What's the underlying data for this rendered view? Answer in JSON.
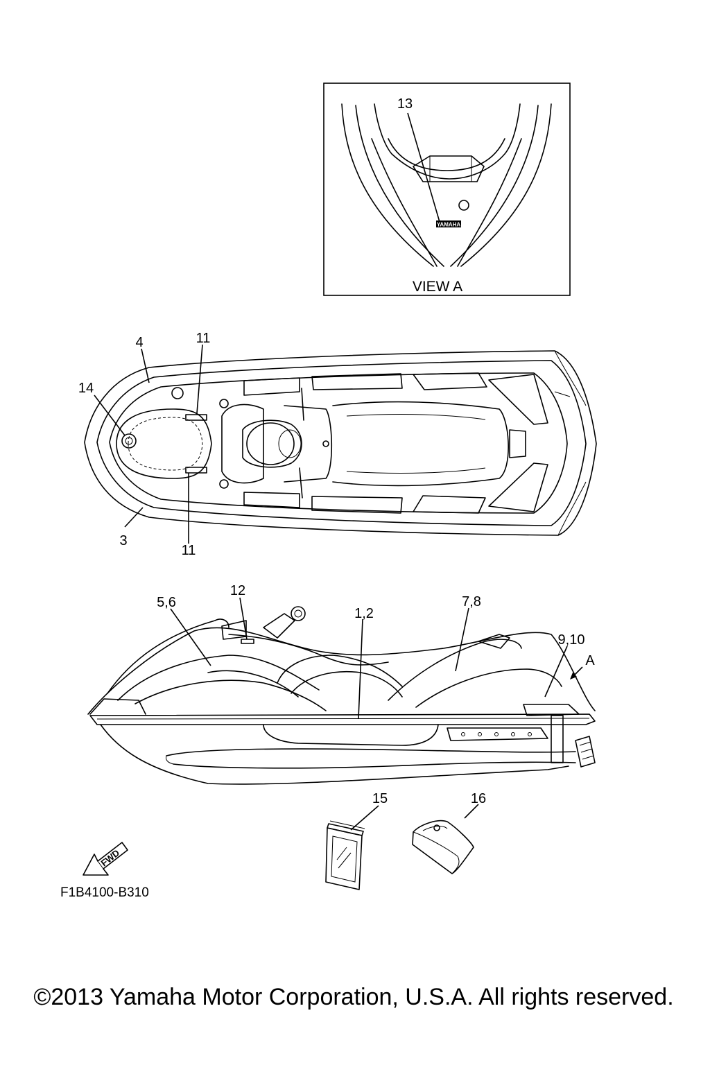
{
  "view_a": {
    "caption": "VIEW A",
    "callout": "13",
    "badge_text": "YAMAHA"
  },
  "top_view": {
    "callouts": {
      "c4": "4",
      "c11a": "11",
      "c14": "14",
      "c3": "3",
      "c11b": "11"
    }
  },
  "side_view": {
    "callouts": {
      "c56": "5,6",
      "c12": "12",
      "c12b": "1,2",
      "c78": "7,8",
      "c910": "9,10",
      "cA": "A"
    }
  },
  "accessories": {
    "c15": "15",
    "c16": "16"
  },
  "fwd_label": "FWD",
  "figure_code": "F1B4100-B310",
  "copyright": "©2013 Yamaha Motor Corporation, U.S.A. All rights reserved."
}
